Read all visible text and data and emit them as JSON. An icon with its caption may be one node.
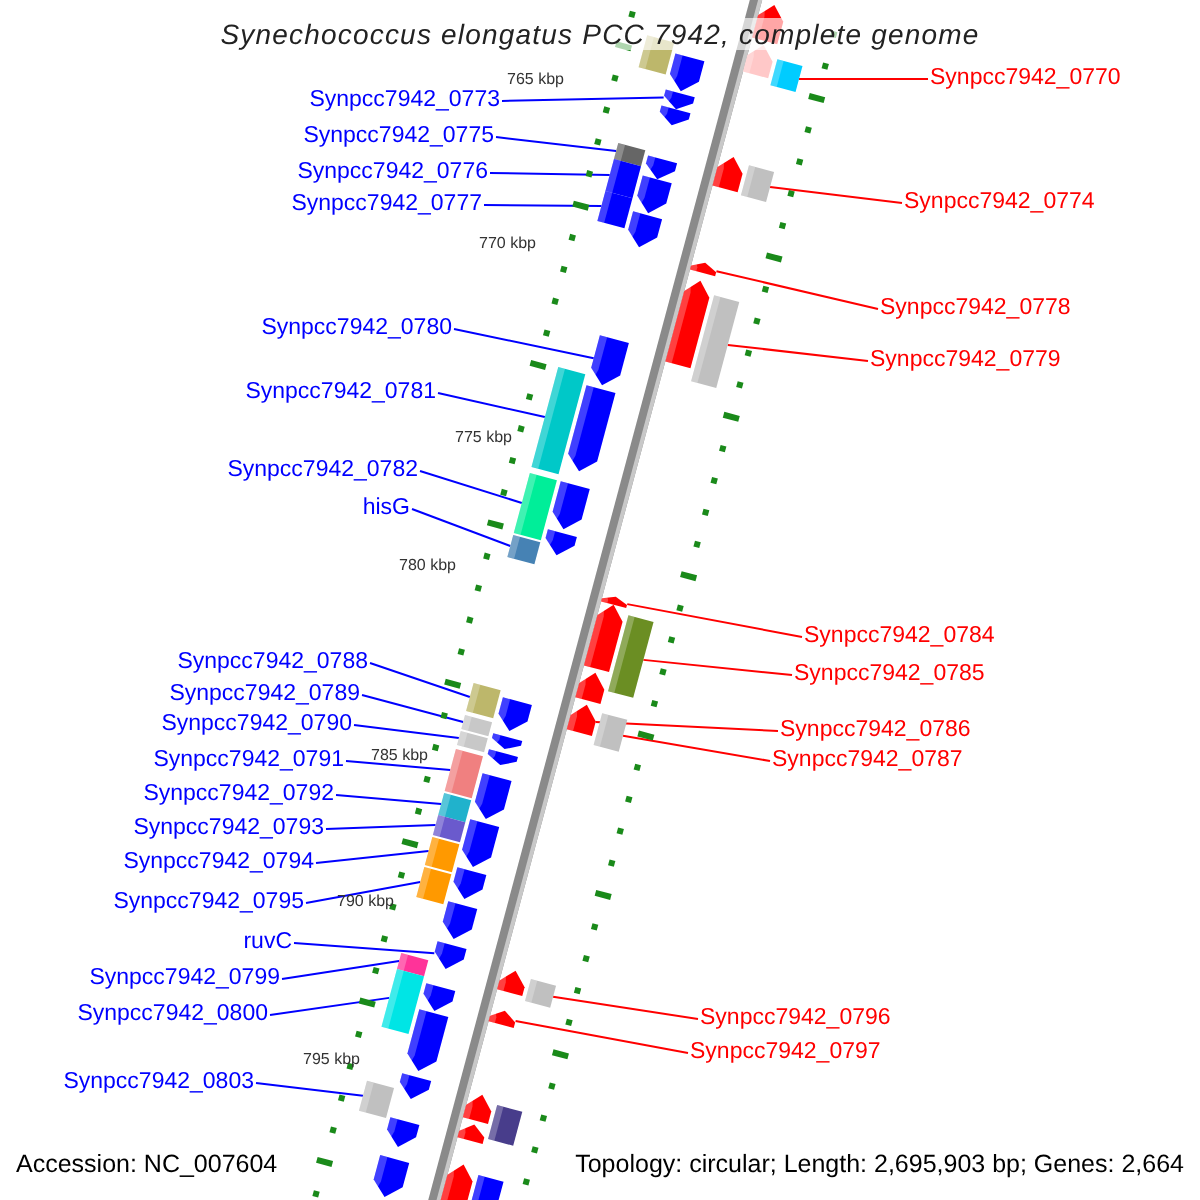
{
  "diagram": {
    "title": "Synechococcus elongatus PCC 7942, complete genome",
    "nodes": [
      {
        "text": [
          "Synpcc7942_0770"
        ]
      },
      {
        "text": [
          "Synpcc7942_0773"
        ]
      },
      {
        "text": [
          "Synpcc7942_0775"
        ]
      },
      {
        "text": [
          "Synpcc7942_0776"
        ]
      },
      {
        "text": [
          "Synpcc7942_0774"
        ]
      },
      {
        "text": [
          "Synpcc7942_0777"
        ]
      },
      {
        "text": [
          "Synpcc7942_0778"
        ]
      },
      {
        "text": [
          "Synpcc7942_0780"
        ]
      },
      {
        "text": [
          "Synpcc7942_0779"
        ]
      },
      {
        "text": [
          "Synpcc7942_0781"
        ]
      },
      {
        "text": [
          "Synpcc7942_0782"
        ]
      },
      {
        "text": [
          "hisG"
        ]
      },
      {
        "text": [
          "Synpcc7942_0784"
        ]
      },
      {
        "text": [
          "Synpcc7942_0788"
        ]
      },
      {
        "text": [
          "Synpcc7942_0785"
        ]
      },
      {
        "text": [
          "Synpcc7942_0789"
        ]
      },
      {
        "text": [
          "Synpcc7942_0790"
        ]
      },
      {
        "text": [
          "Synpcc7942_0786"
        ]
      },
      {
        "text": [
          "Synpcc7942_0791"
        ]
      },
      {
        "text": [
          "Synpcc7942_0787"
        ]
      },
      {
        "text": [
          "Synpcc7942_0792"
        ]
      },
      {
        "text": [
          "Synpcc7942_0793"
        ]
      },
      {
        "text": [
          "Synpcc7942_0794"
        ]
      },
      {
        "text": [
          "Synpcc7942_0795"
        ]
      },
      {
        "text": [
          "ruvC"
        ]
      },
      {
        "text": [
          "Synpcc7942_0799"
        ]
      },
      {
        "text": [
          "Synpcc7942_0796"
        ]
      },
      {
        "text": [
          "Synpcc7942_0800"
        ]
      },
      {
        "text": [
          "Synpcc7942_0797"
        ]
      },
      {
        "text": [
          "Synpcc7942_0803"
        ]
      },
      {
        "text": [],
        "shape": "pentagon"
      },
      {
        "text": [],
        "shape": "pentagon"
      },
      {
        "text": [],
        "shape": "box"
      },
      {
        "text": [],
        "shape": "box"
      },
      {
        "text": [],
        "shape": "pentagon"
      },
      {
        "text": [],
        "shape": "pentagon"
      },
      {
        "text": [],
        "shape": "pentagon"
      },
      {
        "text": [],
        "shape": "pentagon"
      },
      {
        "text": [],
        "shape": "box"
      },
      {
        "text": [],
        "shape": "box"
      },
      {
        "text": [],
        "shape": "pentagon"
      },
      {
        "text": [],
        "shape": "box"
      },
      {
        "text": [],
        "shape": "pentagon"
      },
      {
        "text": [],
        "shape": "box"
      },
      {
        "text": [],
        "shape": "pentagon"
      },
      {
        "text": [],
        "shape": "pentagon"
      },
      {
        "text": [],
        "shape": "pentagon"
      },
      {
        "text": [],
        "shape": "box"
      },
      {
        "text": [],
        "shape": "pentagon"
      },
      {
        "text": [],
        "shape": "box"
      },
      {
        "text": [],
        "shape": "pentagon"
      },
      {
        "text": [],
        "shape": "box"
      },
      {
        "text": [],
        "shape": "pentagon"
      },
      {
        "text": [],
        "shape": "pentagon"
      },
      {
        "text": [],
        "shape": "box"
      },
      {
        "text": [],
        "shape": "pentagon"
      },
      {
        "text": [],
        "shape": "pentagon"
      },
      {
        "text": [],
        "shape": "box"
      },
      {
        "text": [],
        "shape": "pentagon"
      },
      {
        "text": [],
        "shape": "pentagon"
      },
      {
        "text": [],
        "shape": "box"
      },
      {
        "text": [],
        "shape": "box"
      },
      {
        "text": [],
        "shape": "pentagon"
      },
      {
        "text": [],
        "shape": "box"
      },
      {
        "text": [],
        "shape": "pentagon"
      },
      {
        "text": [],
        "shape": "box"
      },
      {
        "text": [],
        "shape": "pentagon"
      },
      {
        "text": [],
        "shape": "box"
      },
      {
        "text": [],
        "shape": "pentagon"
      },
      {
        "text": [],
        "shape": "box"
      },
      {
        "text": [],
        "shape": "pentagon"
      },
      {
        "text": [],
        "shape": "box"
      },
      {
        "text": [],
        "shape": "box"
      },
      {
        "text": [],
        "shape": "pentagon"
      },
      {
        "text": [],
        "shape": "box"
      },
      {
        "text": [],
        "shape": "pentagon"
      },
      {
        "text": [],
        "shape": "pentagon"
      },
      {
        "text": [],
        "shape": "pentagon"
      },
      {
        "text": [],
        "shape": "box"
      },
      {
        "text": [],
        "shape": "box"
      },
      {
        "text": [],
        "shape": "box"
      },
      {
        "text": [],
        "shape": "pentagon"
      },
      {
        "text": [],
        "shape": "pentagon"
      },
      {
        "text": [],
        "shape": "pentagon"
      },
      {
        "text": [],
        "shape": "pentagon"
      },
      {
        "text": [],
        "shape": "pentagon"
      },
      {
        "text": [],
        "shape": "box"
      },
      {
        "text": [],
        "shape": "box"
      },
      {
        "text": [],
        "shape": "pentagon"
      },
      {
        "text": [],
        "shape": "pentagon"
      },
      {
        "text": [],
        "shape": "pentagon"
      },
      {
        "text": [],
        "shape": "box"
      },
      {
        "text": [],
        "shape": "pentagon"
      }
    ],
    "edges": [
      {
        "from": 0,
        "to": 32,
        "arrow": "none",
        "color": "#ff0000"
      },
      {
        "from": 1,
        "to": 35,
        "arrow": "none"
      },
      {
        "from": 2,
        "to": 39,
        "arrow": "none"
      },
      {
        "from": 3,
        "to": 41,
        "arrow": "none"
      },
      {
        "from": 4,
        "to": 38,
        "arrow": "none",
        "color": "#ff0000"
      },
      {
        "from": 5,
        "to": 43,
        "arrow": "none"
      },
      {
        "from": 6,
        "to": 45,
        "arrow": "none",
        "color": "#ff0000"
      },
      {
        "from": 7,
        "to": 48,
        "arrow": "none"
      },
      {
        "from": 8,
        "to": 47,
        "arrow": "none",
        "color": "#ff0000"
      },
      {
        "from": 9,
        "to": 49,
        "arrow": "none"
      },
      {
        "from": 10,
        "to": 51,
        "arrow": "none"
      },
      {
        "from": 11,
        "to": 54,
        "arrow": "none"
      },
      {
        "from": 12,
        "to": 55,
        "arrow": "none",
        "color": "#ff0000"
      },
      {
        "from": 13,
        "to": 61,
        "arrow": "none"
      },
      {
        "from": 14,
        "to": 57,
        "arrow": "none",
        "color": "#ff0000"
      },
      {
        "from": 15,
        "to": 63,
        "arrow": "none"
      },
      {
        "from": 16,
        "to": 65,
        "arrow": "none"
      },
      {
        "from": 17,
        "to": 59,
        "arrow": "none",
        "color": "#ff0000"
      },
      {
        "from": 18,
        "to": 67,
        "arrow": "none"
      },
      {
        "from": 19,
        "to": 60,
        "arrow": "none",
        "color": "#ff0000"
      },
      {
        "from": 20,
        "to": 69,
        "arrow": "none"
      },
      {
        "from": 21,
        "to": 71,
        "arrow": "none"
      },
      {
        "from": 22,
        "to": 72,
        "arrow": "none"
      },
      {
        "from": 23,
        "to": 74,
        "arrow": "none"
      },
      {
        "from": 24,
        "to": 76,
        "arrow": "none"
      },
      {
        "from": 25,
        "to": 79,
        "arrow": "none"
      },
      {
        "from": 26,
        "to": 78,
        "arrow": "none",
        "color": "#ff0000"
      },
      {
        "from": 27,
        "to": 80,
        "arrow": "none"
      },
      {
        "from": 28,
        "to": 82,
        "arrow": "none",
        "color": "#ff0000"
      },
      {
        "from": 29,
        "to": 87,
        "arrow": "none"
      }
    ],
    "labels": [
      "765 kbp",
      "770 kbp",
      "775 kbp",
      "780 kbp",
      "785 kbp",
      "790 kbp",
      "795 kbp",
      "Accession: NC_007604",
      "Topology: circular; Length: 2,695,903 bp; Genes: 2,664"
    ]
  }
}
